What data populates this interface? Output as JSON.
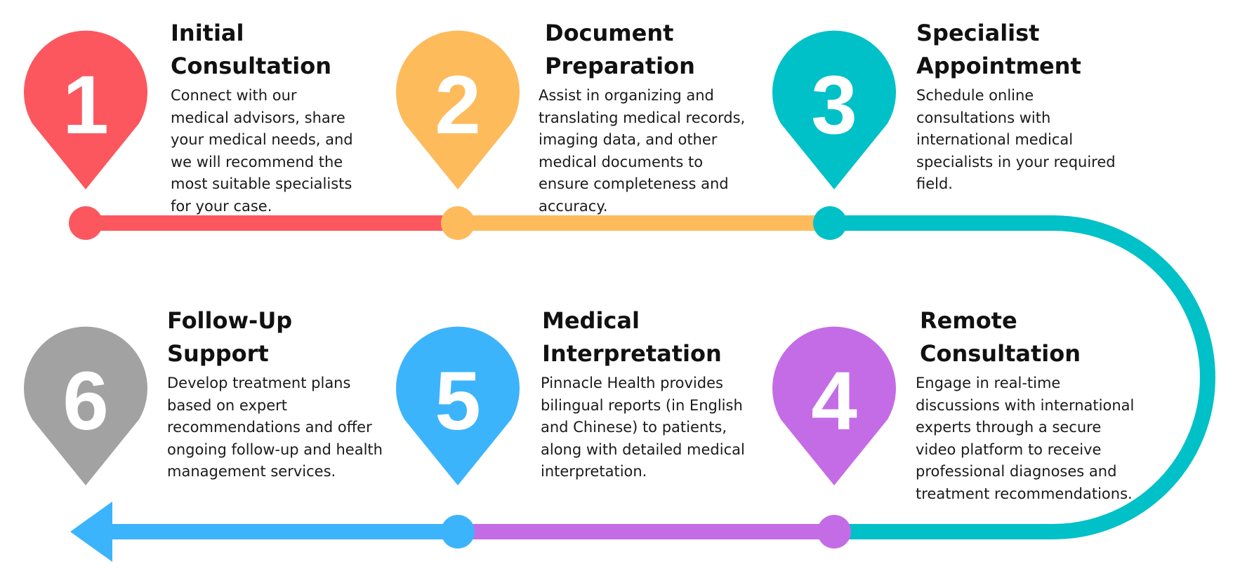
{
  "steps": [
    {
      "number": "1",
      "title": [
        "Initial",
        "Consultation"
      ],
      "description": [
        "Connect with our",
        "medical advisors, share",
        "your medical needs, and",
        "we will recommend the",
        "most suitable specialists",
        "for your case."
      ],
      "color": "#fc575e"
    },
    {
      "number": "2",
      "title": [
        "Document",
        "Preparation"
      ],
      "description": [
        "Assist in organizing and",
        "translating medical records,",
        "imaging data, and other",
        "medical documents to",
        "ensure completeness and",
        "accuracy."
      ],
      "color": "#fdbb5b"
    },
    {
      "number": "3",
      "title": [
        "Specialist",
        "Appointment"
      ],
      "description": [
        "Schedule online",
        "consultations with",
        "international medical",
        "specialists in your required",
        "field."
      ],
      "color": "#00c0c8"
    },
    {
      "number": "4",
      "title": [
        "Remote",
        "Consultation"
      ],
      "description": [
        "Engage in real-time",
        "discussions with international",
        "experts through a secure",
        "video platform to receive",
        "professional diagnoses and",
        "treatment recommendations."
      ],
      "color": "#c46ce6"
    },
    {
      "number": "5",
      "title": [
        "Medical",
        "Interpretation"
      ],
      "description": [
        "Pinnacle Health provides",
        "bilingual reports (in English",
        "and Chinese) to patients,",
        "along with detailed medical",
        "interpretation."
      ],
      "color": "#3cb4fb"
    },
    {
      "number": "6",
      "title": [
        "Follow-Up",
        "Support"
      ],
      "description": [
        "Develop treatment plans",
        "based on expert",
        "recommendations and offer",
        "ongoing follow-up and health",
        "management services."
      ],
      "color": "#a2a2a2"
    }
  ]
}
